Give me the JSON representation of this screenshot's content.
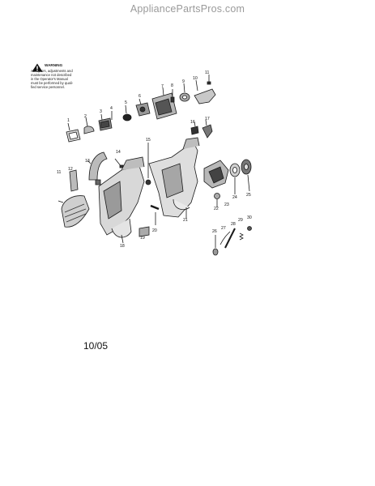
{
  "site": {
    "watermark": "AppliancePartsPros.com"
  },
  "warning": {
    "title": "WARNING",
    "lines": [
      "All repairs, adjustments and",
      "maintenance not described",
      "in the Operator's Manual",
      "must be performed by quali-",
      "fied service personnel."
    ]
  },
  "callouts": [
    "1",
    "2",
    "3",
    "4",
    "5",
    "6",
    "7",
    "8",
    "9",
    "10",
    "11",
    "11",
    "12",
    "13",
    "14",
    "15",
    "16",
    "17",
    "18",
    "19",
    "20",
    "21",
    "22",
    "23",
    "24",
    "25",
    "26",
    "27",
    "28",
    "29",
    "30"
  ],
  "date_code": "10/05",
  "colors": {
    "ink": "#1a1a1a",
    "watermark": "#9a9a9a",
    "background": "#ffffff"
  }
}
